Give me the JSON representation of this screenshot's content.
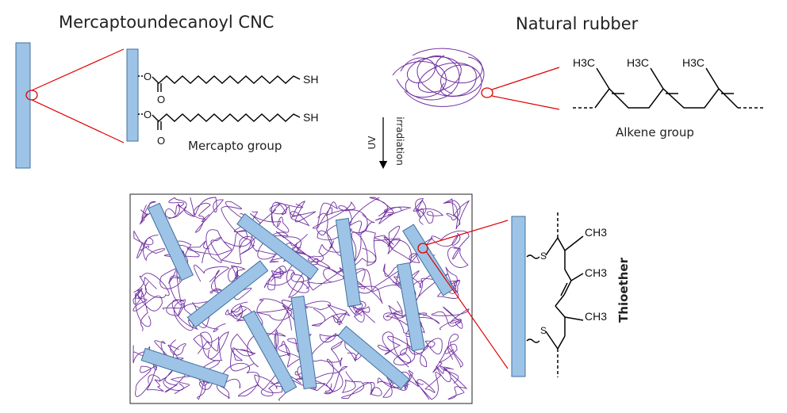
{
  "titles": {
    "cnc": "Mercaptoundecanoyl CNC",
    "rubber": "Natural rubber"
  },
  "labels": {
    "mercapto_group": "Mercapto group",
    "alkene_group": "Alkene group",
    "uv": "UV",
    "irradiation": "irradiation",
    "thioether": "Thioether"
  },
  "chem_text": {
    "o": "O",
    "sh": "SH",
    "h3c": "H3C",
    "s": "S",
    "ch3": "CH3"
  },
  "colors": {
    "cnc_fill": "#9dc3e6",
    "cnc_stroke": "#41719c",
    "rubber": "#7030a0",
    "callout": "#e00000",
    "bond": "#000000"
  }
}
